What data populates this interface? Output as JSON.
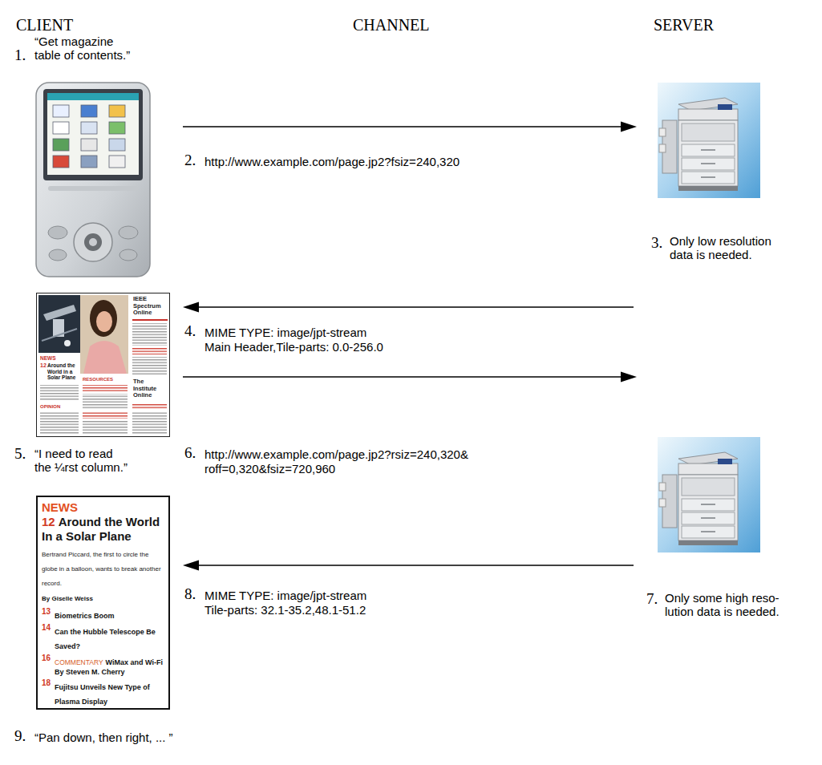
{
  "diagram": {
    "nodes": [
      {
        "text": [
          "IEEE Spectrum Online",
          "NEWS",
          "12",
          "Around the World in a Solar Plane",
          "OPINION",
          "RESOURCES",
          "The Institute Online"
        ]
      },
      {
        "text": [
          "NEWS",
          "12",
          "Around the World In a Solar Plane",
          "Bertrand Piccard, the first to circle the globe in a balloon, wants to break another record.",
          "By Giselle Weiss",
          "13",
          "Biometrics Boom",
          "14",
          "Can the Hubble Telescope Be Saved?",
          "16",
          "COMMENTARY",
          "WiMax and Wi-Fi",
          "By Steven M. Cherry",
          "18",
          "Fujitsu Unveils New Type of Plasma Display"
        ]
      }
    ],
    "labels": [
      "CLIENT",
      "CHANNEL",
      "SERVER",
      "1.",
      "“Get magazine table of contents.”",
      "2.",
      "http://www.example.com/page.jp2?fsiz=240,320",
      "3.",
      "Only low resolution data is needed.",
      "4.",
      "MIME TYPE: image/jpt-stream",
      "Main Header,Tile-parts: 0.0-256.0",
      "5.",
      "“I need to read the ¼rst column.”",
      "6.",
      "http://www.example.com/page.jp2?rsiz=240,320& roff=0,320&fsiz=720,960",
      "7.",
      "Only some high reso- lution data is needed.",
      "8.",
      "MIME TYPE: image/jpt-stream",
      "Tile-parts: 32.1-35.2,48.1-51.2",
      "9.",
      "“Pan down, then right, ... ”"
    ]
  }
}
